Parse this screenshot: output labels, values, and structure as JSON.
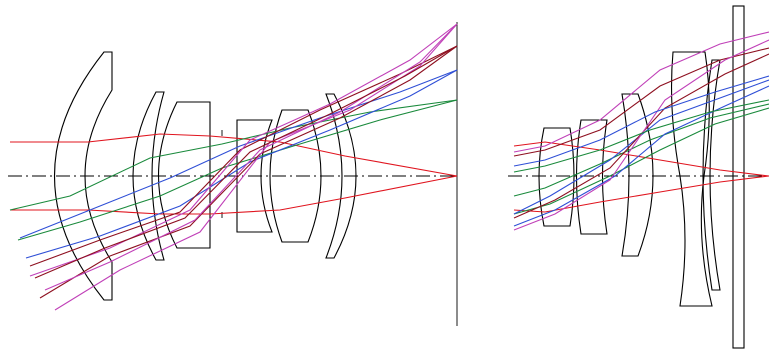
{
  "diagram": {
    "ray_colors": {
      "axial": "#e0141e",
      "field_green": "#1a8a3c",
      "field_blue": "#2f4fd6",
      "field_darkred": "#8e1020",
      "field_purple": "#c040b8"
    },
    "panels": [
      {
        "id": "left-system",
        "lens_count": 6,
        "has_image_plane": true,
        "has_cover_plate": false
      },
      {
        "id": "right-system",
        "lens_count": 5,
        "has_image_plane": false,
        "has_cover_plate": true
      }
    ]
  }
}
